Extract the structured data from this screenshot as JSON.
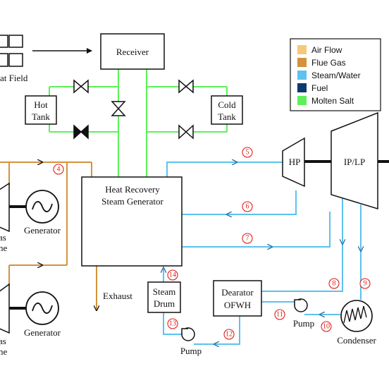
{
  "labels": {
    "heliostat_field": "at Field",
    "receiver": "Receiver",
    "hot_tank_l1": "Hot",
    "hot_tank_l2": "Tank",
    "cold_tank_l1": "Cold",
    "cold_tank_l2": "Tank",
    "hrsg_l1": "Heat Recovery",
    "hrsg_l2": "Steam Generator",
    "hp": "HP",
    "iplp": "IP/LP",
    "generator_top": "Generator",
    "generator_bottom": "Generator",
    "gas_turbine_top_l1": "as",
    "gas_turbine_top_l2": "ne",
    "gas_turbine_bottom_l1": "as",
    "gas_turbine_bottom_l2": "ne",
    "exhaust": "Exhaust",
    "steam_drum_l1": "Steam",
    "steam_drum_l2": "Drum",
    "dearator_l1": "Dearator",
    "dearator_l2": "OFWH",
    "pump_left": "Pump",
    "pump_right": "Pump",
    "condenser": "Condenser"
  },
  "legend": [
    {
      "label": "Air Flow",
      "color": "#f5c97a"
    },
    {
      "label": "Flue Gas",
      "color": "#d4923c"
    },
    {
      "label": "Steam/Water",
      "color": "#5cc2ee"
    },
    {
      "label": "Fuel",
      "color": "#0b3a6e"
    },
    {
      "label": "Molten Salt",
      "color": "#5ef05a"
    }
  ],
  "state_points": [
    "4",
    "5",
    "6",
    "7",
    "8",
    "9",
    "10",
    "11",
    "12",
    "13",
    "14"
  ]
}
